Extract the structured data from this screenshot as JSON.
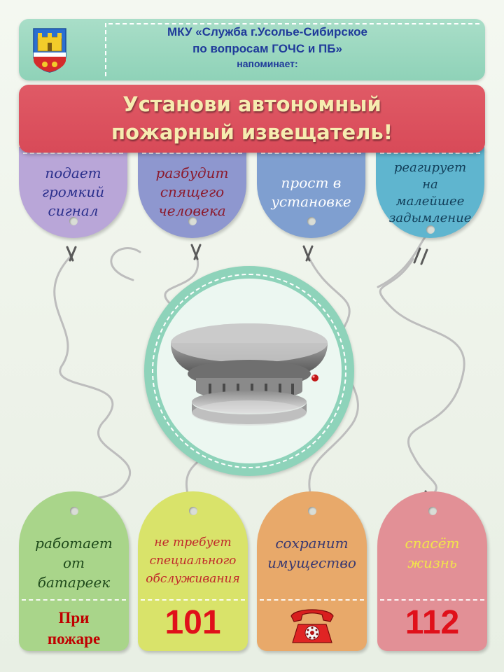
{
  "header": {
    "line1": "МКУ «Служба г.Усолье-Сибирское",
    "line2": "по вопросам ГОЧС и ПБ»",
    "line3": "напоминает:"
  },
  "banner": {
    "line1": "Установи автономный",
    "line2": "пожарный извещатель!"
  },
  "top_tags": [
    {
      "lines": [
        "подает",
        "громкий",
        "сигнал"
      ],
      "bg": "#b9a6d8",
      "text_color": "#2a2f8c"
    },
    {
      "lines": [
        "разбудит",
        "спящего",
        "человека"
      ],
      "bg": "#8e97cf",
      "text_color": "#8b1a2d"
    },
    {
      "lines": [
        "прост в",
        "установке"
      ],
      "bg": "#7f9fd0",
      "text_color": "#ffffff"
    },
    {
      "lines": [
        "реагирует",
        "на",
        "малейшее",
        "задымление"
      ],
      "bg": "#5fb5cf",
      "text_color": "#123f5a"
    }
  ],
  "bottom_tags": [
    {
      "lines": [
        "работает",
        "от",
        "батареек"
      ],
      "bottom": "При пожаре",
      "bg": "#a9d58a",
      "text_color": "#1f4a1b"
    },
    {
      "lines": [
        "не требует",
        "специального",
        "обслуживания"
      ],
      "bottom": "101",
      "bg": "#d9e36a",
      "text_color": "#c0282a"
    },
    {
      "lines": [
        "сохранит",
        "имущество"
      ],
      "bottom_icon": "red-rotary-telephone-icon",
      "bg": "#e8a96a",
      "text_color": "#3a3970"
    },
    {
      "lines": [
        "спасёт",
        "жизнь"
      ],
      "bottom": "112",
      "bg": "#e29096",
      "text_color": "#f2e54a"
    }
  ],
  "colors": {
    "header_bg": "#96d6bd",
    "banner_bg": "#dc5260",
    "banner_text": "#f6ecb0",
    "org_text": "#1f3a9a",
    "emergency_red": "#e0101a",
    "string": "#b9b9b9"
  },
  "icons": [
    "coat-of-arms-icon",
    "smoke-detector-image",
    "red-rotary-telephone-icon"
  ]
}
